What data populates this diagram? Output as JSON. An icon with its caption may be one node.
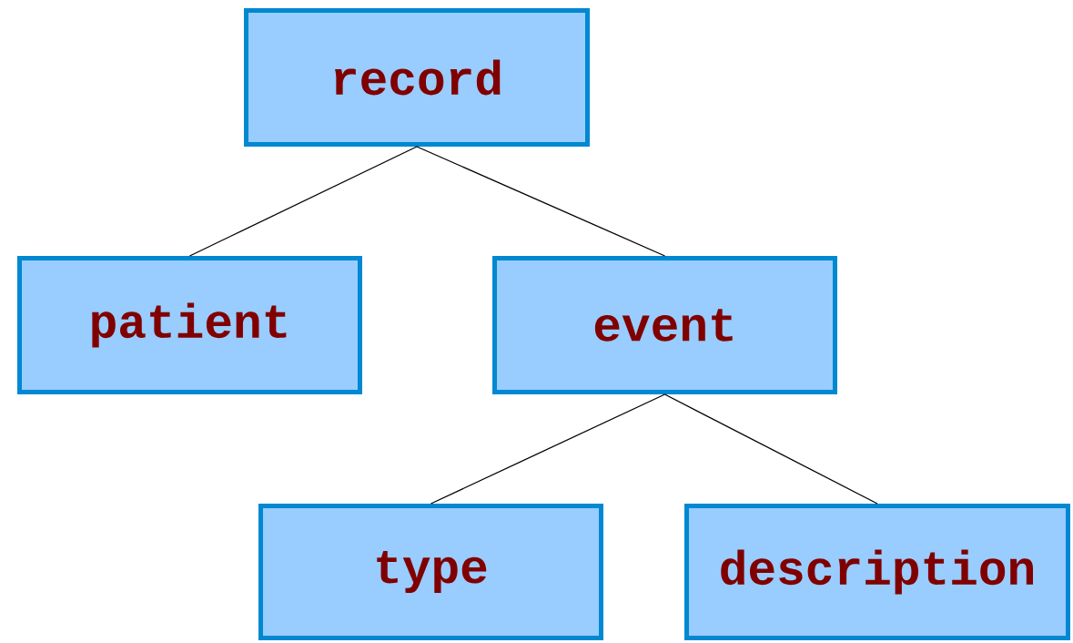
{
  "diagram": {
    "nodes": [
      {
        "text": [
          "record"
        ]
      },
      {
        "text": [
          "patient"
        ]
      },
      {
        "text": [
          "event"
        ]
      },
      {
        "text": [
          "type"
        ]
      },
      {
        "text": [
          "description"
        ]
      }
    ],
    "edges": [
      {
        "from": 0,
        "to": 1,
        "arrow": "none"
      },
      {
        "from": 0,
        "to": 2,
        "arrow": "none"
      },
      {
        "from": 2,
        "to": 3,
        "arrow": "none"
      },
      {
        "from": 2,
        "to": 4,
        "arrow": "none"
      }
    ]
  }
}
